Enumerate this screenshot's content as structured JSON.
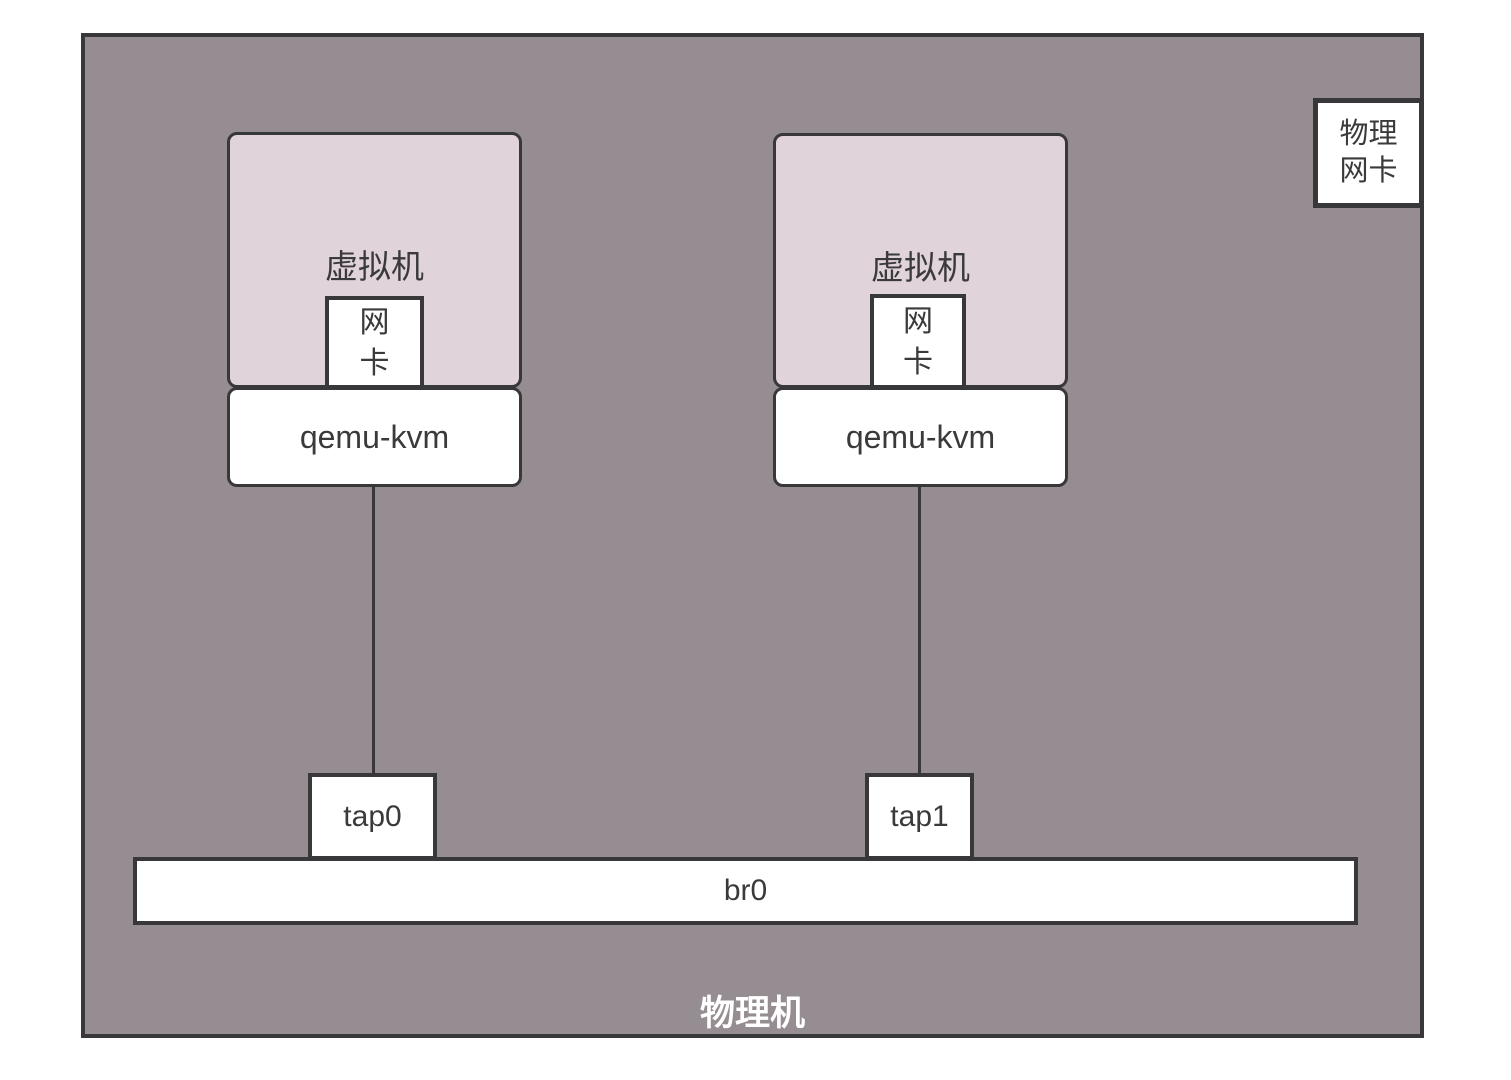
{
  "diagram": {
    "host_label": "物理机",
    "physical_nic_label": "物理\n网卡",
    "bridge_label": "br0",
    "vms": [
      {
        "vm_label": "虚拟机",
        "nic_label": "网\n卡",
        "hypervisor_label": "qemu-kvm",
        "tap_label": "tap0"
      },
      {
        "vm_label": "虚拟机",
        "nic_label": "网\n卡",
        "hypervisor_label": "qemu-kvm",
        "tap_label": "tap1"
      }
    ],
    "colors": {
      "host_fill": "#968D92",
      "vm_fill": "#E0D3D9",
      "node_fill": "#FFFFFF",
      "border": "#38383A",
      "text": "#3A3A3C",
      "host_label_text": "#FFFFFF"
    }
  }
}
